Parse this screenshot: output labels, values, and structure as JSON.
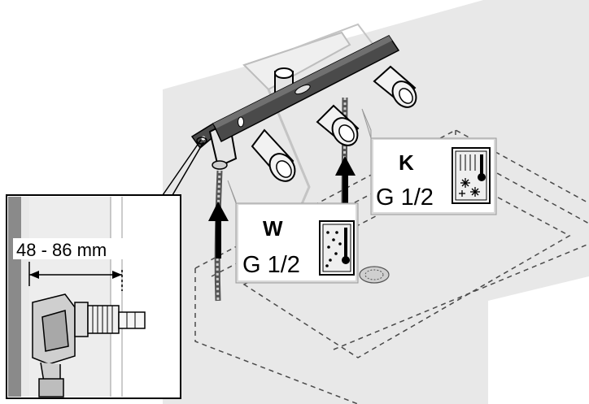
{
  "detail_inset": {
    "dimension_label": "48 - 86 mm"
  },
  "callout_hot": {
    "letter": "W",
    "thread_label": "G 1/2",
    "icon": "hot-water-thermometer-icon"
  },
  "callout_cold": {
    "letter": "K",
    "thread_label": "G 1/2",
    "icon": "cold-water-thermometer-icon"
  },
  "colors": {
    "wall": "#e6e6e6",
    "callout_panel": "#d9d9d9",
    "spirit_level": "#4a4a4a",
    "outline": "#000000"
  }
}
